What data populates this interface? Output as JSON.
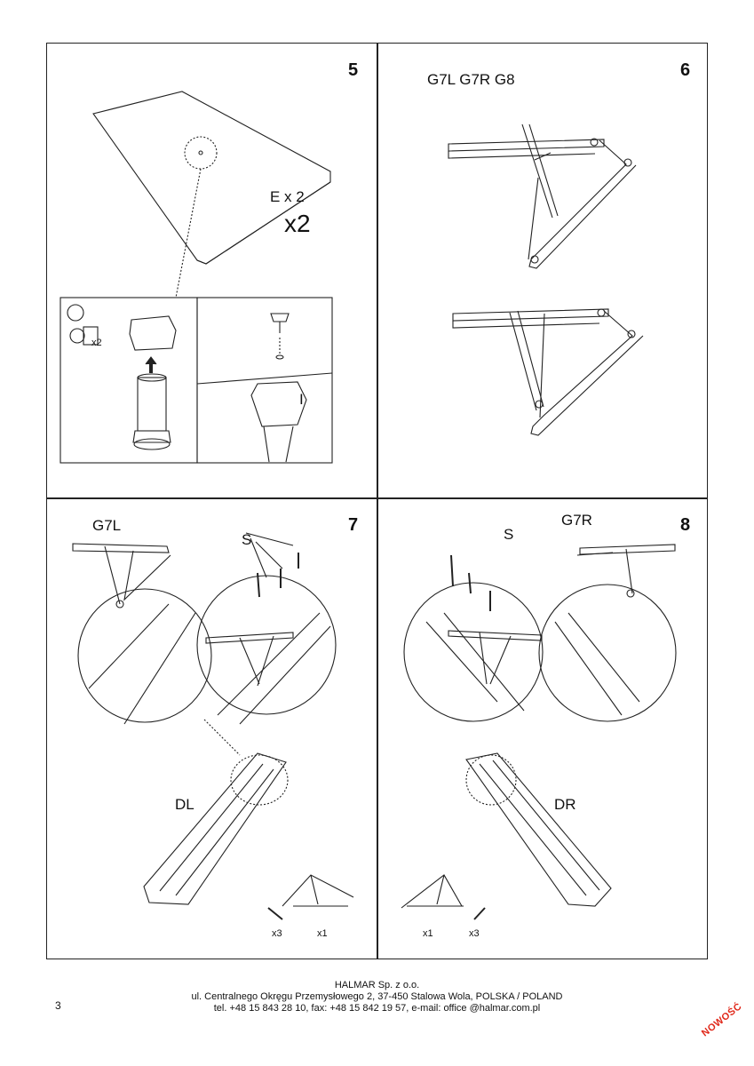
{
  "steps": [
    {
      "number": "5",
      "labels": {
        "part": "E x 2",
        "count": "x2",
        "small_count": "x2",
        "screw": "I"
      }
    },
    {
      "number": "6",
      "labels": {
        "parts": "G7L G7R G8"
      }
    },
    {
      "number": "7",
      "labels": {
        "frame": "G7L",
        "screw": "S",
        "base": "DL",
        "screw_count": "x3",
        "frame_count": "x1"
      }
    },
    {
      "number": "8",
      "labels": {
        "frame": "G7R",
        "screw": "S",
        "base": "DR",
        "frame_count": "x1",
        "screw_count": "x3"
      }
    }
  ],
  "footer": {
    "company": "HALMAR Sp. z o.o.",
    "address": "ul. Centralnego Okręgu Przemysłowego 2, 37-450 Stalowa Wola, POLSKA / POLAND",
    "contact": "tel. +48 15 843 28 10, fax: +48 15 842 19 57, e-mail: office @halmar.com.pl"
  },
  "page_number": "3",
  "badge": "NOWOŚĆ",
  "colors": {
    "line": "#222222",
    "badge": "#e0281a"
  }
}
